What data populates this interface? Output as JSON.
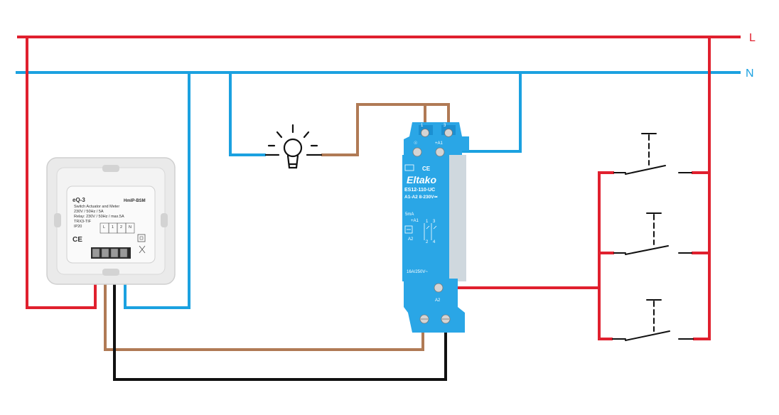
{
  "labels": {
    "line": "L",
    "neutral": "N"
  },
  "colors": {
    "line": "#e0202e",
    "neutral": "#1ba1e0",
    "brown": "#b07a55",
    "black": "#111111",
    "relay": "#2aa6e6",
    "relay_dark": "#1a8ccc",
    "actuator": "#eeeeee"
  },
  "actuator": {
    "brand": "eQ-3",
    "model": "HmIP-BSM",
    "desc1": "Switch Actuator and Meter",
    "desc2": "230V / 50Hz / 5A",
    "desc3": "Relay: 230V / 50Hz / max.5A",
    "desc4": "TRX3-TIF",
    "desc5": "IP20",
    "terminals": [
      "L",
      "1",
      "2",
      "N"
    ],
    "ce": "CE"
  },
  "relay": {
    "brand": "Eltako",
    "model": "ES12-110-UC",
    "voltage": "A1-A2  8-230V≃",
    "current": "16A/250V~",
    "ce": "CE",
    "term_top_left": "1",
    "term_top_right": "3",
    "term_a1_left": "☉",
    "term_a1_right": "+A1",
    "term_a2": "A2",
    "small_a1": "+A1",
    "small_a2": "A2",
    "small_5ma": "5mA",
    "contact_nums": [
      "1",
      "3",
      "2",
      "4"
    ]
  },
  "icons": [
    "lamp-icon",
    "pushbutton-icon",
    "ce-mark-icon",
    "relay-coil-icon"
  ]
}
